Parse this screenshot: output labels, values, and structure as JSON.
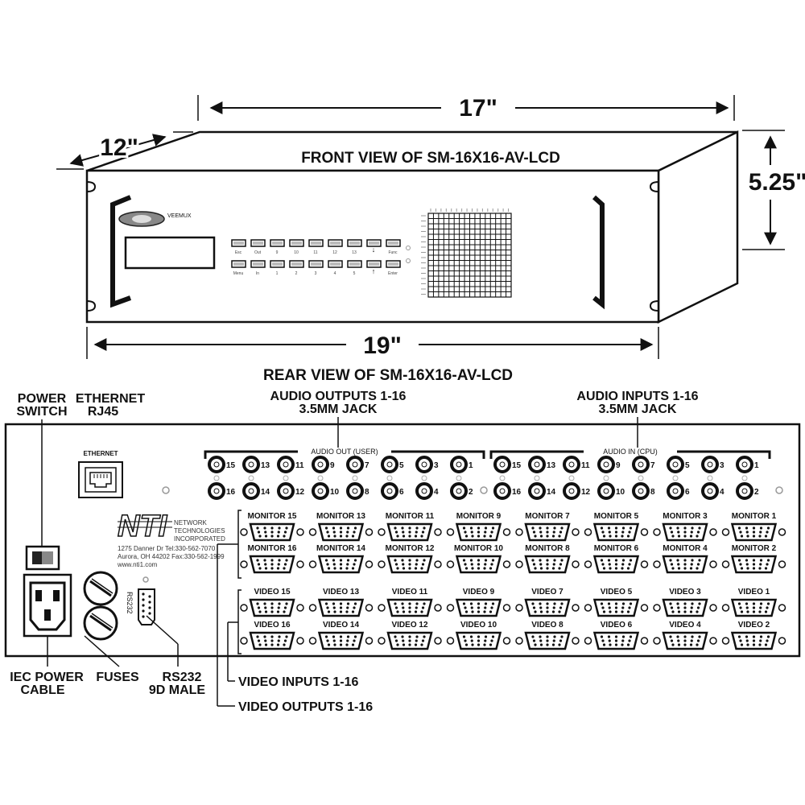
{
  "dimensions": {
    "width": "17\"",
    "depth": "12\"",
    "height": "5.25\"",
    "rack": "19\""
  },
  "front": {
    "title": "FRONT VIEW OF SM-16X16-AV-LCD",
    "logo_text": "VEEMUX",
    "buttons_top": [
      "Esc",
      "Out",
      "9",
      "10",
      "11",
      "12",
      "13",
      "",
      "Func"
    ],
    "buttons_bottom": [
      "Menu",
      "In",
      "1",
      "2",
      "3",
      "4",
      "5",
      "",
      "Enter"
    ],
    "matrix_rows": 16,
    "matrix_cols": 16
  },
  "rear": {
    "title": "REAR VIEW OF SM-16X16-AV-LCD",
    "ethernet_port_label": "ETHERNET",
    "audio_out_header": "AUDIO OUT (USER)",
    "audio_in_header": "AUDIO IN (CPU)",
    "audio_top_numbers": [
      "15",
      "13",
      "11",
      "9",
      "7",
      "5",
      "3",
      "1"
    ],
    "audio_bottom_numbers": [
      "16",
      "14",
      "12",
      "10",
      "8",
      "6",
      "4",
      "2"
    ],
    "monitor_top": [
      "MONITOR 15",
      "MONITOR 13",
      "MONITOR 11",
      "MONITOR 9",
      "MONITOR 7",
      "MONITOR 5",
      "MONITOR 3",
      "MONITOR 1"
    ],
    "monitor_bottom": [
      "MONITOR 16",
      "MONITOR 14",
      "MONITOR 12",
      "MONITOR 10",
      "MONITOR 8",
      "MONITOR 6",
      "MONITOR 4",
      "MONITOR 2"
    ],
    "video_top": [
      "VIDEO 15",
      "VIDEO 13",
      "VIDEO 11",
      "VIDEO 9",
      "VIDEO 7",
      "VIDEO 5",
      "VIDEO 3",
      "VIDEO 1"
    ],
    "video_bottom": [
      "VIDEO 16",
      "VIDEO 14",
      "VIDEO 12",
      "VIDEO 10",
      "VIDEO 8",
      "VIDEO 6",
      "VIDEO 4",
      "VIDEO 2"
    ],
    "rs232_port_label": "RS232",
    "company": {
      "logo": "NTI",
      "name_lines": [
        "NETWORK",
        "TECHNOLOGIES",
        "INCORPORATED"
      ],
      "address_lines": [
        "1275 Danner Dr     Tel:330-562-7070",
        "Aurora, OH 44202 Fax:330-562-1999",
        "www.nti1.com"
      ]
    }
  },
  "callouts": {
    "power_switch": [
      "POWER",
      "SWITCH"
    ],
    "ethernet": [
      "ETHERNET",
      "RJ45"
    ],
    "audio_outputs": [
      "AUDIO OUTPUTS 1-16",
      "3.5MM JACK"
    ],
    "audio_inputs": [
      "AUDIO INPUTS 1-16",
      "3.5MM JACK"
    ],
    "iec_power": [
      "IEC POWER",
      "CABLE"
    ],
    "fuses": "FUSES",
    "rs232": [
      "RS232",
      "9D MALE"
    ],
    "video_inputs": "VIDEO INPUTS 1-16",
    "video_outputs": "VIDEO OUTPUTS 1-16"
  }
}
